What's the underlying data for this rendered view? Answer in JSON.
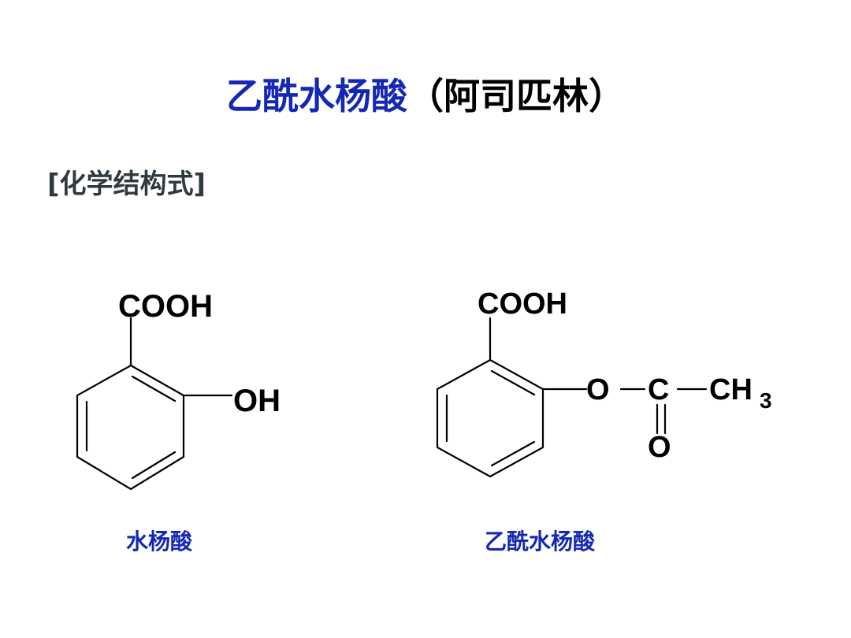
{
  "title": {
    "main": "乙酰水杨酸",
    "paren": "（阿司匹林）"
  },
  "section_heading": "[化学结构式]",
  "structures": {
    "salicylic": {
      "cooh": "COOH",
      "oh": "OH",
      "caption": "水杨酸"
    },
    "aspirin": {
      "cooh": "COOH",
      "o_ester": "O",
      "c": "C",
      "ch": "CH",
      "sub3": "3",
      "o_carbonyl": "O",
      "caption": "乙酰水杨酸"
    }
  },
  "colors": {
    "title_blue": "#1428b4",
    "heading_gray": "#2f3a40",
    "bond_black": "#000000"
  }
}
